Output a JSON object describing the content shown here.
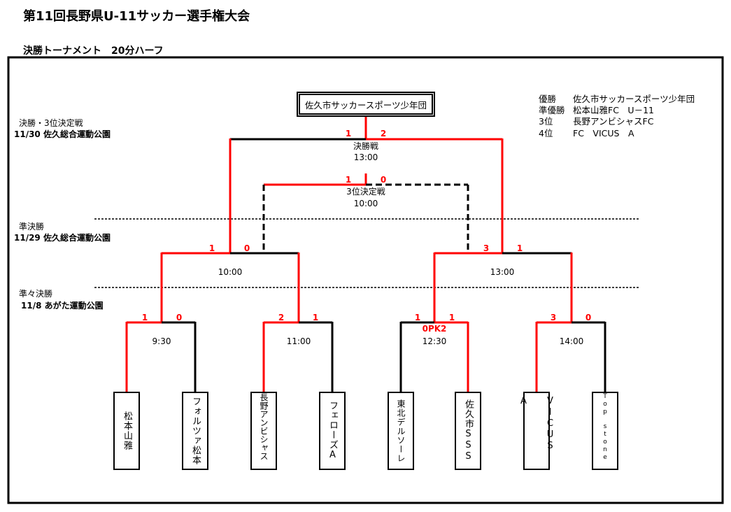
{
  "header": {
    "title": "第11回長野県U-11サッカー選手権大会",
    "subtitle": "決勝トーナメント　20分ハーフ"
  },
  "colors": {
    "winner_line": "#ff0000",
    "loser_line": "#000000",
    "score": "#ff0000"
  },
  "champion": "佐久市サッカースポーツ少年団",
  "results": [
    {
      "rank": "優勝",
      "team": "佐久市サッカースポーツ少年団"
    },
    {
      "rank": "準優勝",
      "team": "松本山雅FC　U－11"
    },
    {
      "rank": "3位",
      "team": "長野アンビシャスFC"
    },
    {
      "rank": "4位",
      "team": "FC　VICUS　A"
    }
  ],
  "rounds": {
    "final": {
      "label": "決勝・3位決定戦",
      "venue": "11/30 佐久総合運動公園"
    },
    "semi": {
      "label": "準決勝",
      "venue": "11/29 佐久総合運動公園"
    },
    "quarter": {
      "label": "準々決勝",
      "venue": "11/8 あがた運動公園"
    }
  },
  "matches": {
    "final": {
      "name": "決勝戦",
      "time": "13:00",
      "score_left": "1",
      "score_right": "2"
    },
    "third": {
      "name": "3位決定戦",
      "time": "10:00",
      "score_left": "1",
      "score_right": "0"
    },
    "sf1": {
      "time": "10:00",
      "score_left": "1",
      "score_right": "0"
    },
    "sf2": {
      "time": "13:00",
      "score_left": "3",
      "score_right": "1"
    },
    "qf1": {
      "time": "9:30",
      "score_left": "1",
      "score_right": "0"
    },
    "qf2": {
      "time": "11:00",
      "score_left": "2",
      "score_right": "1"
    },
    "qf3": {
      "time": "12:30",
      "score_left": "1",
      "score_right": "1",
      "pk": "0PK2"
    },
    "qf4": {
      "time": "14:00",
      "score_left": "3",
      "score_right": "0"
    }
  },
  "teams": [
    "松本山雅",
    "フォルツァ松本",
    "長野アンビシャス",
    "フェローズA",
    "東北デルソーレ",
    "佐久市SSS",
    "VICUS　A",
    "Top　stone"
  ]
}
